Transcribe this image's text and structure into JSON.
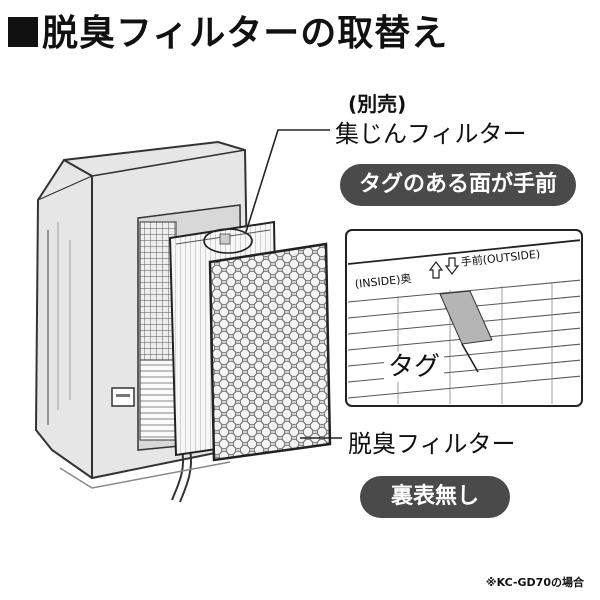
{
  "title": "脱臭フィルターの取替え",
  "filter_set": {
    "sold_separately": "(別売)",
    "name": "集じんフィルター",
    "pill": "タグのある面が手前"
  },
  "zoom": {
    "inside_label": "(INSIDE)奥",
    "outside_label": "手前(OUTSIDE)",
    "tag_label": "タグ"
  },
  "deodorizing": {
    "name": "脱臭フィルター",
    "pill": "裏表無し"
  },
  "footnote": "※KC-GD70の場合",
  "colors": {
    "pill_bg": "#4a4a4a",
    "line": "#333333"
  },
  "icons": [
    "arrow-up-outline-icon",
    "arrow-down-outline-icon"
  ]
}
